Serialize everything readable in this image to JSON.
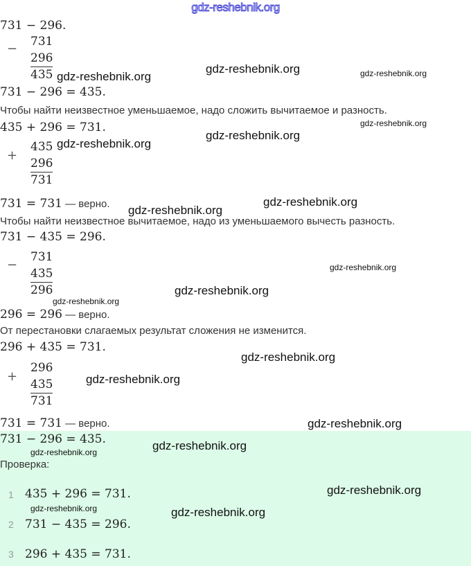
{
  "header_watermark": "gdz-reshebnik.org",
  "watermark": "gdz-reshebnik.org",
  "section1": {
    "expr": "731 − 296.",
    "column": {
      "op": "−",
      "top": "731",
      "bottom": "296",
      "result": "435"
    },
    "answer": "731 − 296 = 435."
  },
  "rule1": "Чтобы найти неизвестное уменьшаемое, надо сложить вычитаемое и разность.",
  "section2": {
    "expr": "435 + 296 = 731.",
    "column": {
      "op": "+",
      "top": "435",
      "bottom": "296",
      "result": "731"
    },
    "check_math": "731 = 731",
    "check_text": " — верно."
  },
  "rule2": "Чтобы найти неизвестное вычитаемое, надо из уменьшаемого вычесть разность.",
  "section3": {
    "expr": "731 − 435 = 296.",
    "column": {
      "op": "−",
      "top": "731",
      "bottom": "435",
      "result": "296"
    },
    "check_math": "296 = 296",
    "check_text": " — верно."
  },
  "rule3": "От перестановки слагаемых результат сложения не изменится.",
  "section4": {
    "expr": "296 + 435 = 731.",
    "column": {
      "op": "+",
      "top": "296",
      "bottom": "435",
      "result": "731"
    },
    "check_math": "731 = 731",
    "check_text": " — верно."
  },
  "summary": {
    "answer": "731 − 296 = 435.",
    "check_label": "Проверка:",
    "items": [
      {
        "n": "1",
        "expr": "435 + 296 = 731."
      },
      {
        "n": "2",
        "expr": "731 − 435 = 296."
      },
      {
        "n": "3",
        "expr": "296 + 435 = 731."
      }
    ]
  }
}
